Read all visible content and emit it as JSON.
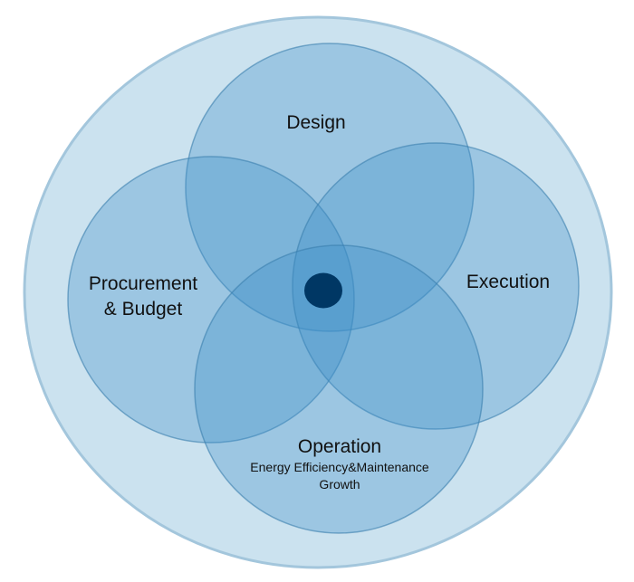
{
  "diagram": {
    "colors": {
      "outer_fill": "#cbe2ef",
      "outer_stroke": "#a3c6dc",
      "circle_fill": "#3d8fc9",
      "circle_stroke": "#3a7fae",
      "core": "#003764"
    },
    "circles": [
      {
        "id": "design",
        "label": "Design"
      },
      {
        "id": "procurement",
        "label_lines": [
          "Procurement",
          "& Budget"
        ]
      },
      {
        "id": "execution",
        "label": "Execution"
      },
      {
        "id": "operation",
        "label": "Operation",
        "sub_lines": [
          "Energy Efficiency&Maintenance",
          "Growth"
        ]
      }
    ]
  }
}
